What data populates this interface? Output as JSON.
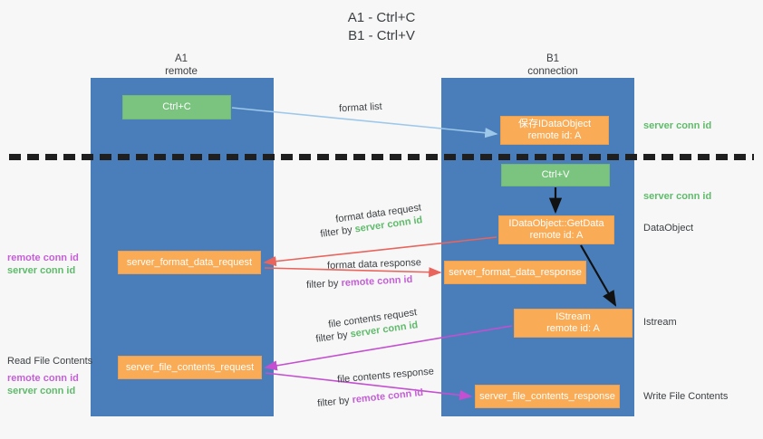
{
  "title": {
    "line1": "A1 - Ctrl+C",
    "line2": "B1 - Ctrl+V"
  },
  "columns": {
    "left": {
      "name": "A1",
      "sub": "remote"
    },
    "right": {
      "name": "B1",
      "sub": "connection"
    }
  },
  "nodes": {
    "ctrl_c": {
      "label": "Ctrl+C",
      "color": "#7bc47f"
    },
    "save_idataobject": {
      "line1": "保存IDataObject",
      "line2": "remote id: A",
      "color": "#f9ab55"
    },
    "ctrl_v": {
      "label": "Ctrl+V",
      "color": "#7bc47f"
    },
    "getdata": {
      "line1": "IDataObject::GetData",
      "line2": "remote id: A",
      "color": "#f9ab55"
    },
    "format_data_request": {
      "label": "server_format_data_request",
      "color": "#f9ab55"
    },
    "format_data_response": {
      "label": "server_format_data_response",
      "color": "#f9ab55"
    },
    "istream": {
      "line1": "IStream",
      "line2": "remote id: A",
      "color": "#f9ab55"
    },
    "file_contents_request": {
      "label": "server_file_contents_request",
      "color": "#f9ab55"
    },
    "file_contents_response": {
      "label": "server_file_contents_response",
      "color": "#f9ab55"
    }
  },
  "edges": {
    "format_list": "format list",
    "format_data_request_l1": "format data request",
    "filter_by": "filter by ",
    "server_conn_id": "server conn id",
    "remote_conn_id": "remote conn id",
    "format_data_response_l1": "format data response",
    "file_contents_request_l1": "file contents request",
    "file_contents_response_l1": "file contents response"
  },
  "annotations": {
    "server_conn_id_top": "server conn id",
    "server_conn_id_mid": "server conn id",
    "dataobject": "DataObject",
    "istream": "Istream",
    "write_file_contents": "Write File Contents",
    "read_file_contents": "Read File Contents",
    "remote_conn_id": "remote conn id",
    "server_conn_id": "server conn id"
  },
  "colors": {
    "lane": "#4a7ebb",
    "green_node": "#7bc47f",
    "orange_node": "#f9ab55",
    "green_text": "#5fbb6b",
    "purple_text": "#c45fd6",
    "red_arrow": "#e8645c",
    "magenta_arrow": "#c44fd0",
    "blue_arrow": "#9ec8ea",
    "background": "#f7f7f7"
  }
}
